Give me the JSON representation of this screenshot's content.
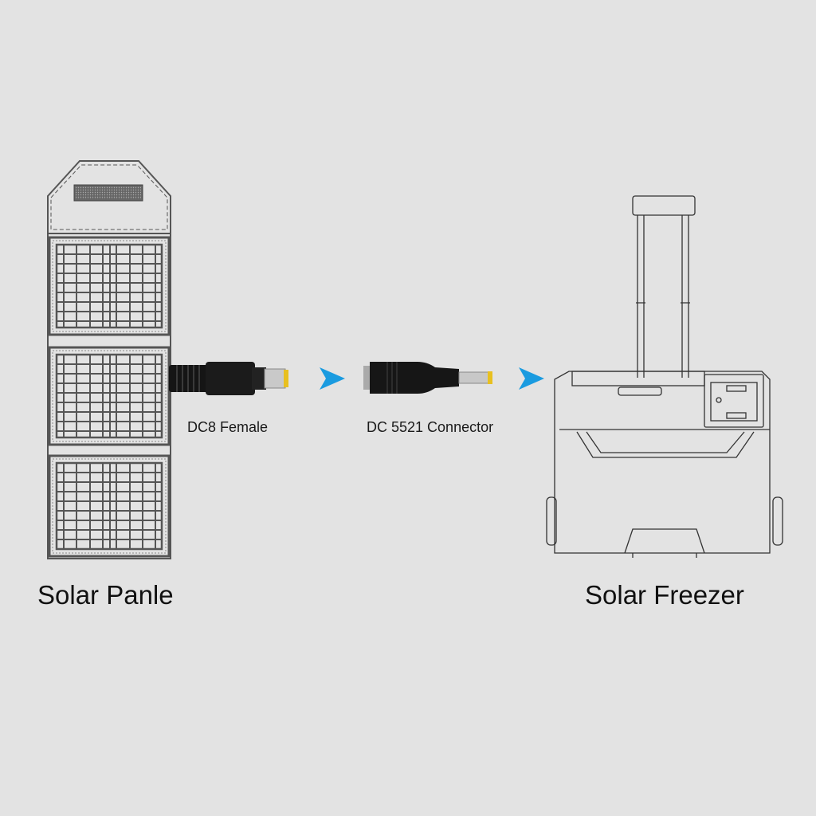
{
  "diagram": {
    "colors": {
      "background": "#e3e3e3",
      "line": "#555555",
      "arrow": "#1a9be0",
      "connector_body": "#151515",
      "connector_tip": "#e8c020"
    },
    "nodes": [
      {
        "id": "solar-panel",
        "label": "Solar Panle"
      },
      {
        "id": "dc8-female",
        "label": "DC8 Female"
      },
      {
        "id": "dc5521",
        "label": "DC 5521 Connector"
      },
      {
        "id": "solar-freezer",
        "label": "Solar Freezer"
      }
    ],
    "edges": [
      {
        "from": "dc8-female",
        "to": "dc5521",
        "icon": "arrow-right-icon"
      },
      {
        "from": "dc5521",
        "to": "solar-freezer",
        "icon": "arrow-right-icon"
      }
    ]
  }
}
